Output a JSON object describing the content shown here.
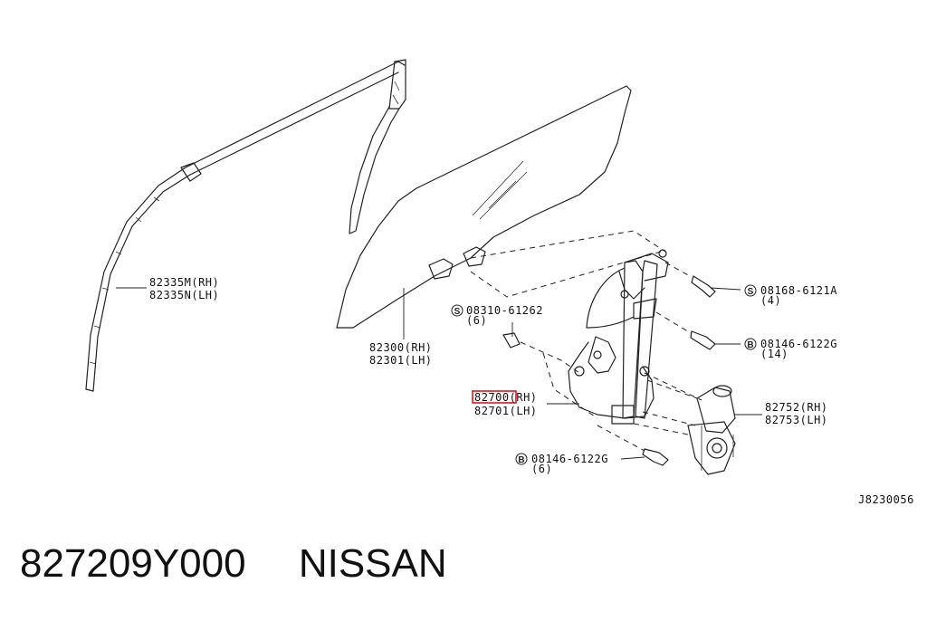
{
  "diagram_id": "J8230056",
  "callouts": {
    "sash_rh": "82335M(RH)",
    "sash_lh": "82335N(LH)",
    "glass_rh": "82300(RH)",
    "glass_lh": "82301(LH)",
    "regulator_rh": "82700(RH)",
    "regulator_lh": "82701(LH)",
    "motor_rh": "82752(RH)",
    "motor_lh": "82753(LH)",
    "screw_top": "08168-6121A",
    "screw_top_qty": "(4)",
    "screw_top_symbol": "S",
    "screw_glass": "08310-61262",
    "screw_glass_qty": "(6)",
    "screw_glass_symbol": "S",
    "bolt_mid": "08146-6122G",
    "bolt_mid_qty": "(14)",
    "bolt_mid_symbol": "B",
    "bolt_low": "08146-6122G",
    "bolt_low_qty": "(6)",
    "bolt_low_symbol": "B"
  },
  "footer": {
    "part_number": "827209Y000",
    "brand": "NISSAN"
  },
  "colors": {
    "highlight": "#e0141e",
    "ink": "#222222",
    "background": "#ffffff"
  }
}
